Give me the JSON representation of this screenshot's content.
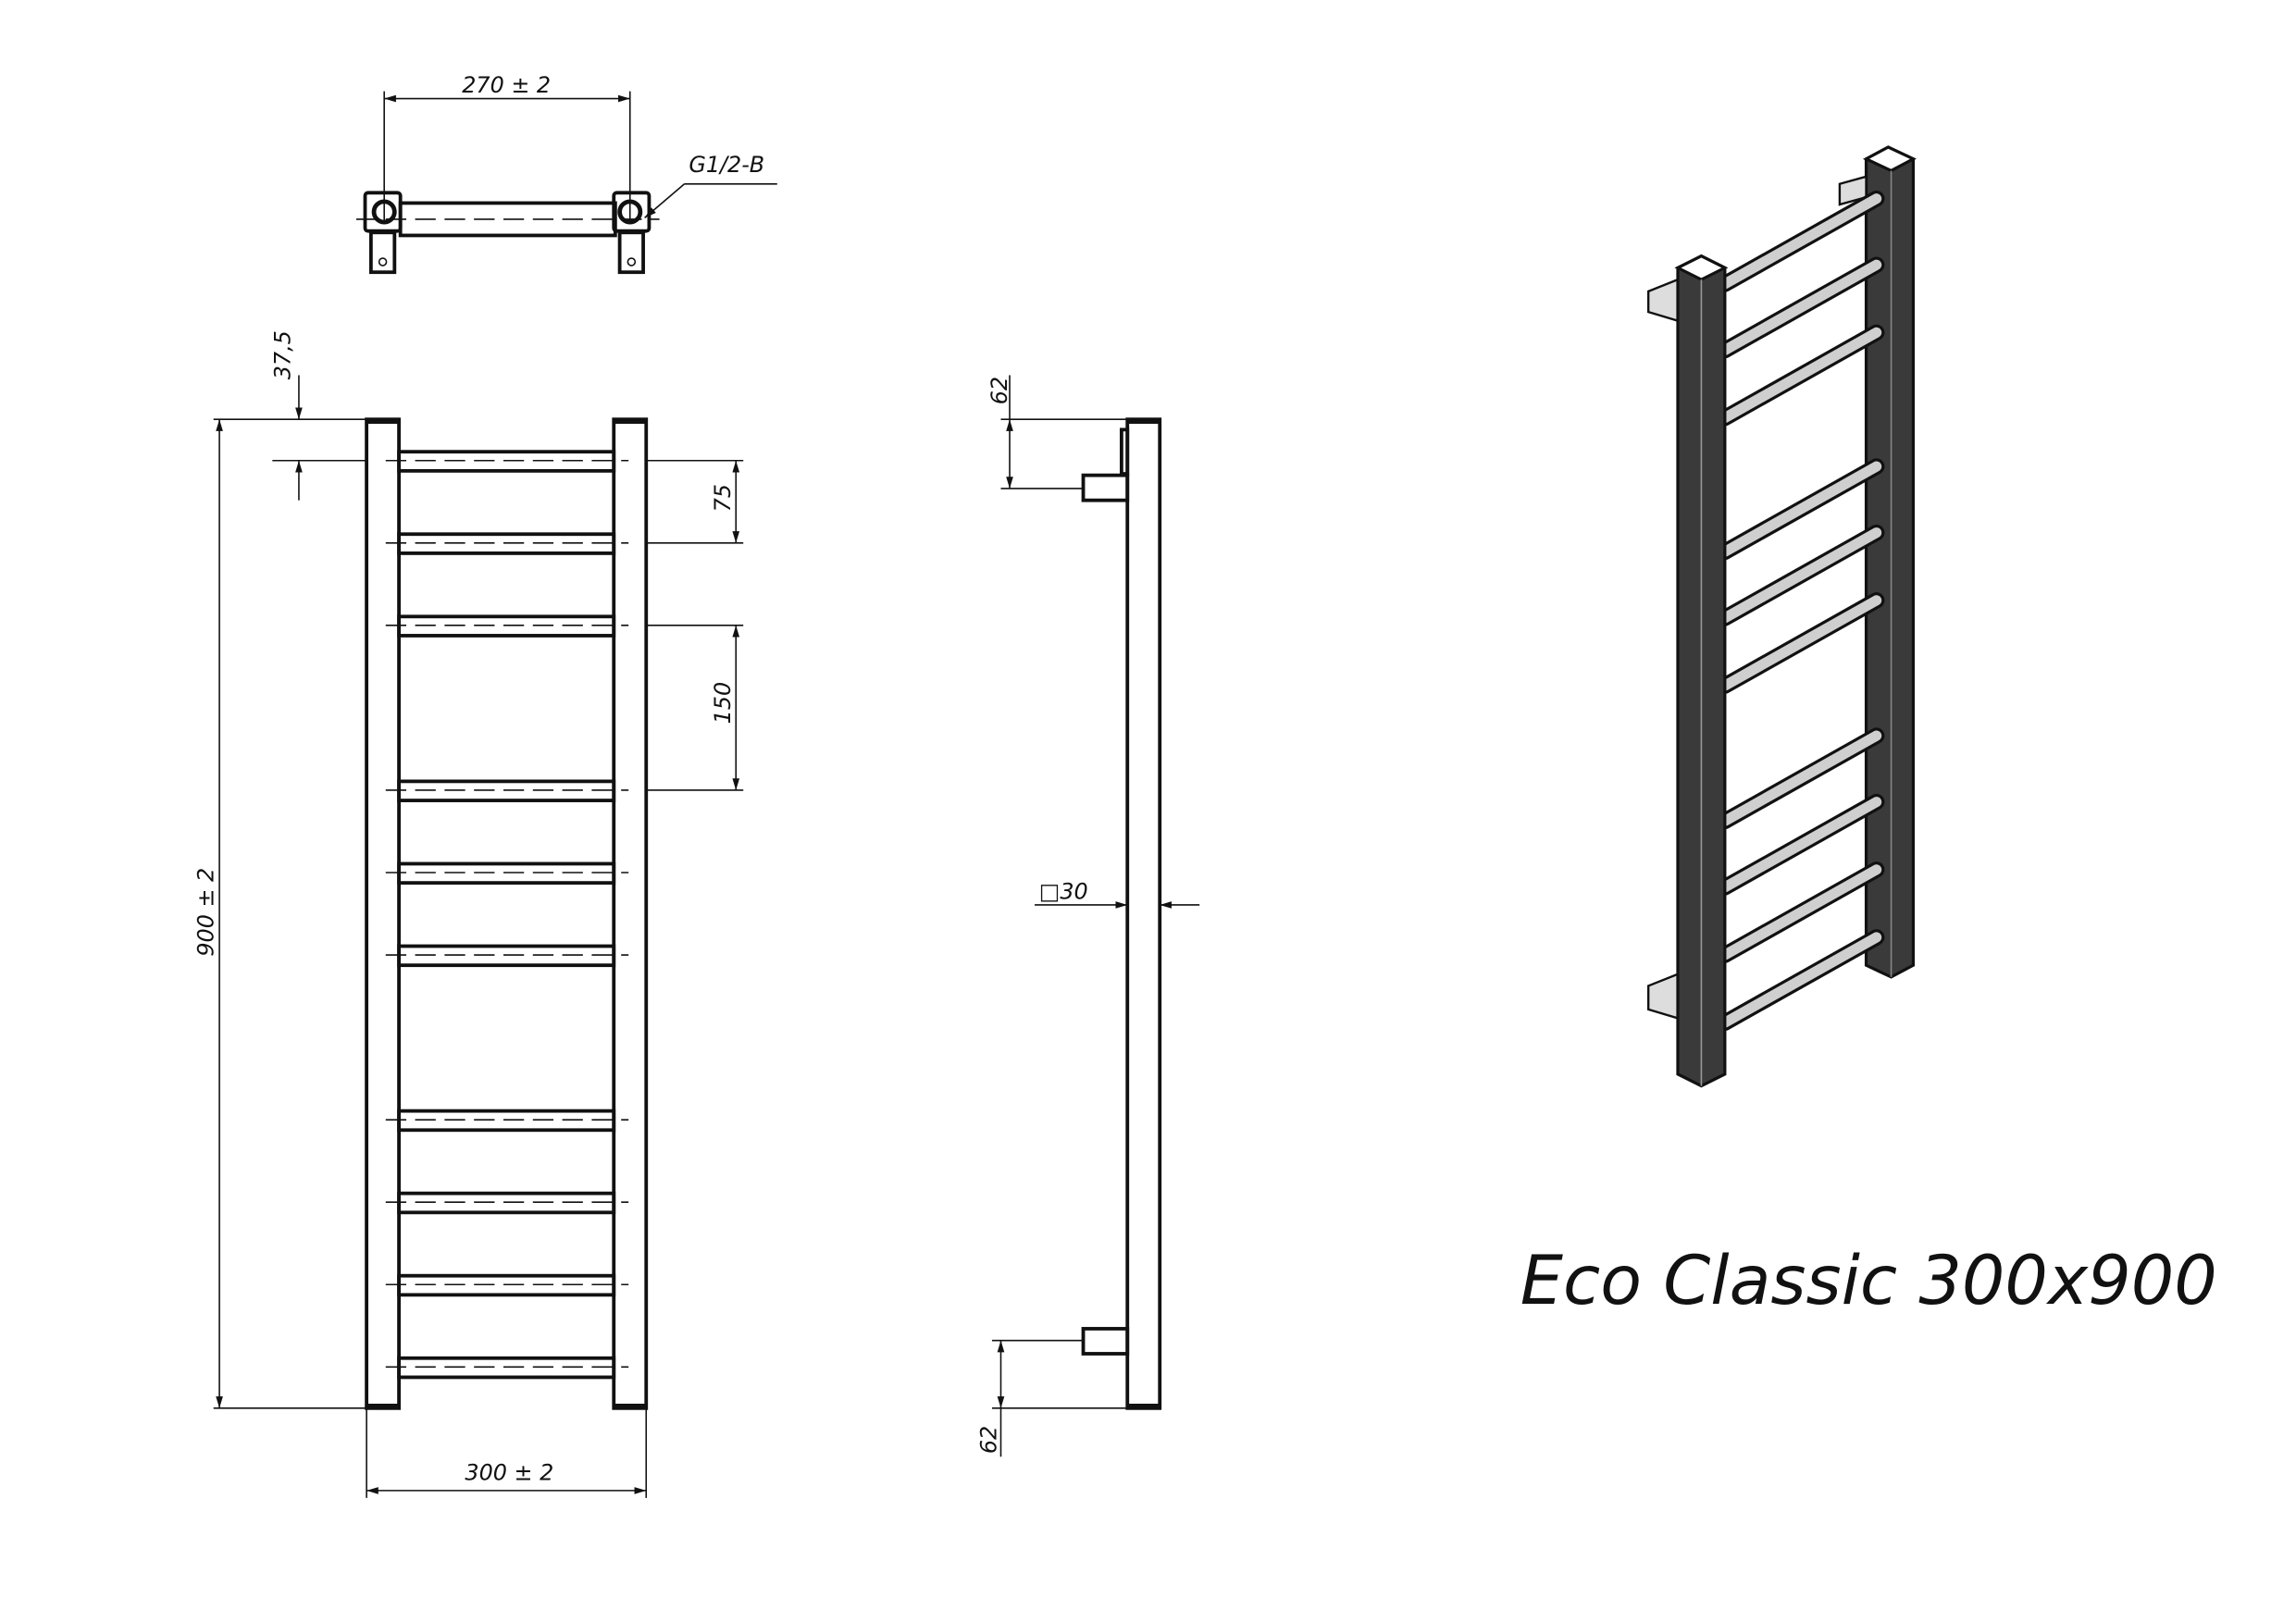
{
  "title": "Eco Classic  300x900",
  "top_view": {
    "width_label": "270 ± 2",
    "thread_label": "G1/2-B"
  },
  "front_view": {
    "top_offset_label": "37,5",
    "rung_pitch_label": "75",
    "rung_gap_label": "150",
    "height_label": "900 ± 2",
    "width_label": "300 ± 2",
    "rung_count": 10
  },
  "side_view": {
    "top_connection_label": "62",
    "bottom_connection_label": "62",
    "profile_label": "□30"
  },
  "colors": {
    "line": "#111111",
    "post_dark": "#3a3a3a",
    "rung_light": "#d8d8d8"
  }
}
